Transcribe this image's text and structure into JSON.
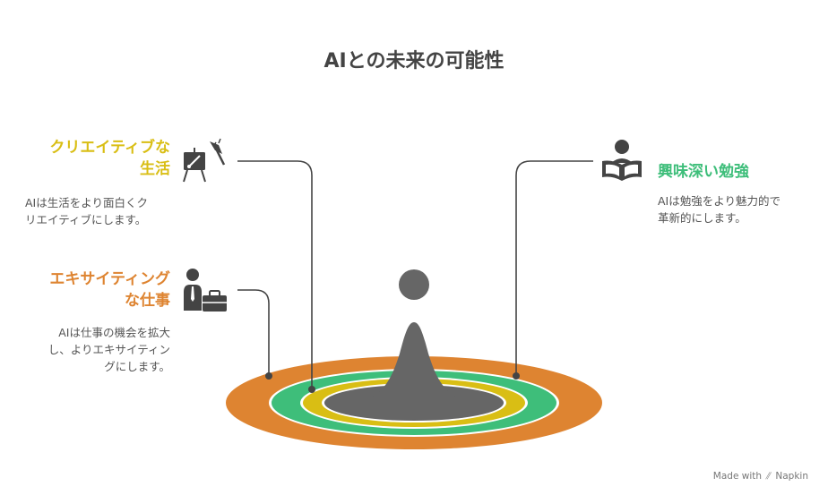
{
  "title": "AIとの未来の可能性",
  "colors": {
    "creative": "#D9BE14",
    "work": "#DE8431",
    "study": "#3EBE7A",
    "figure": "#666666",
    "connector": "#444444"
  },
  "items": {
    "creative": {
      "heading_line1": "クリエイティブな",
      "heading_line2": "生活",
      "desc_line1": "AIは生活をより面白くク",
      "desc_line2": "リエイティブにします。",
      "icon": "easel-paintbrush-icon"
    },
    "work": {
      "heading_line1": "エキサイティング",
      "heading_line2": "な仕事",
      "desc_line1": "AIは仕事の機会を拡大",
      "desc_line2": "し、よりエキサイティン",
      "desc_line3": "グにします。",
      "icon": "businessperson-briefcase-icon"
    },
    "study": {
      "heading": "興味深い勉強",
      "desc_line1": "AIは勉強をより魅力的で",
      "desc_line2": "革新的にします。",
      "icon": "person-reading-book-icon"
    }
  },
  "credit": {
    "prefix": "Made with",
    "brand": "Napkin"
  }
}
